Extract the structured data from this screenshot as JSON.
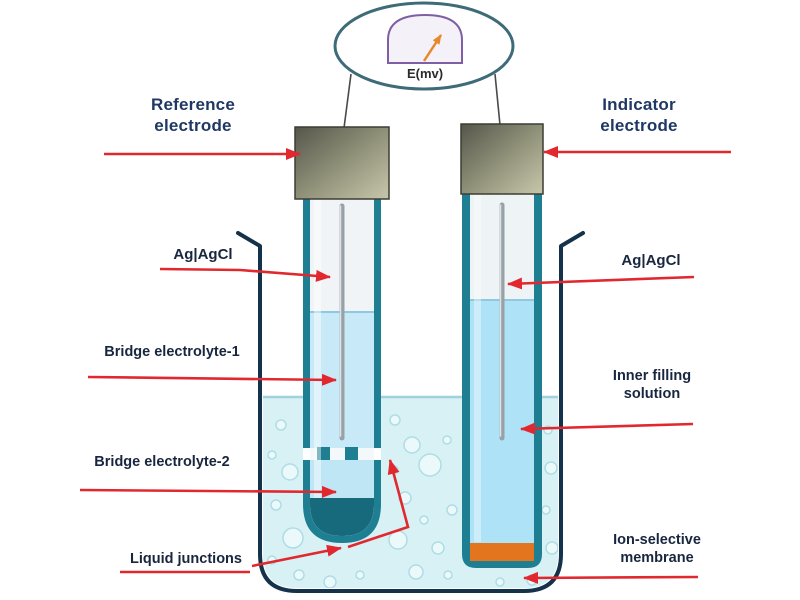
{
  "meter": {
    "reading_label": "E(mv)"
  },
  "labels": {
    "reference_electrode": "Reference electrode",
    "indicator_electrode": "Indicator electrode",
    "ag_agcl_left": "Ag|AgCl",
    "ag_agcl_right": "Ag|AgCl",
    "bridge_electrolyte_1": "Bridge electrolyte-1",
    "bridge_electrolyte_2": "Bridge electrolyte-2",
    "liquid_junctions": "Liquid junctions",
    "inner_filling_solution": "Inner filling solution",
    "ion_selective_membrane": "Ion-selective membrane"
  },
  "colors": {
    "arrow_red": "#e1282e",
    "label_navy": "#1f3864",
    "tube_teal": "#1e7f93",
    "beaker_outline": "#14324a",
    "beaker_liquid_blue": "#d8f1f5",
    "electrolyte_blue": "#bfe6f5",
    "inner_filling_blue": "#ade2f7",
    "membrane_orange": "#e2751d",
    "needle_orange": "#e8882a",
    "dial_purple": "#7e5fa5"
  }
}
